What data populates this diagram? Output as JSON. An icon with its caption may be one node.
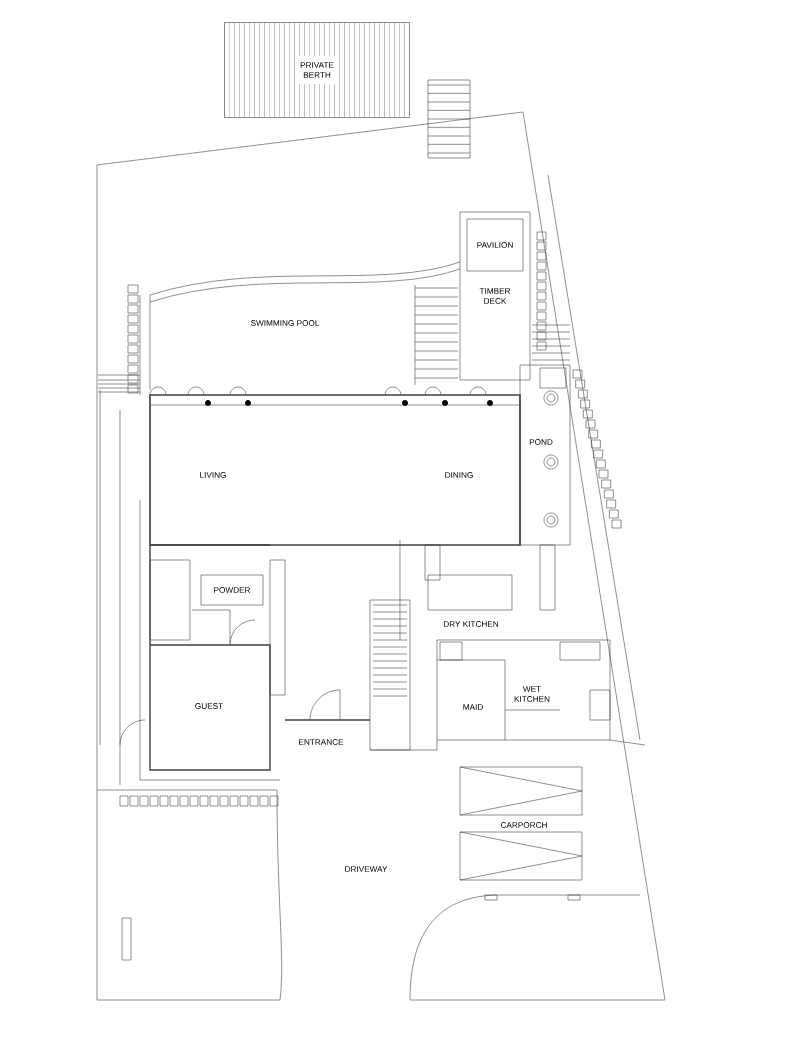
{
  "diagram": {
    "nodes": [
      {
        "text": [
          "PRIVATE BERTH"
        ]
      },
      {
        "text": [
          "TIMBER DECK"
        ]
      },
      {
        "text": [
          "PAVILION"
        ],
        "in": 1
      },
      {
        "text": [
          "SWIMMING POOL"
        ]
      },
      {
        "text": [
          "LIVING"
        ]
      },
      {
        "text": [
          "DINING"
        ]
      },
      {
        "text": [
          "POND"
        ]
      },
      {
        "text": [
          "POWDER"
        ]
      },
      {
        "text": [
          "DRY KITCHEN"
        ]
      },
      {
        "text": [
          "GUEST"
        ]
      },
      {
        "text": [
          "ENTRANCE"
        ]
      },
      {
        "text": [
          "MAID"
        ]
      },
      {
        "text": [
          "WET KITCHEN"
        ]
      },
      {
        "text": [
          "CARPORCH"
        ]
      },
      {
        "text": [
          "DRIVEWAY"
        ]
      }
    ]
  }
}
